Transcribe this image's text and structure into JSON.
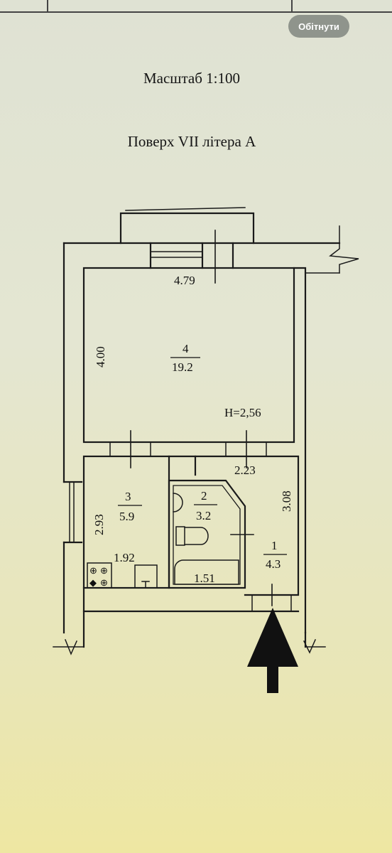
{
  "actions": {
    "crop_label": "Обітнути"
  },
  "document": {
    "scale": "Масштаб 1:100",
    "floor": "Поверх VII літера А"
  },
  "plan": {
    "ceiling_height": "H=2,56",
    "rooms": [
      {
        "number": "4",
        "area": "19.2"
      },
      {
        "number": "3",
        "area": "5.9"
      },
      {
        "number": "2",
        "area": "3.2"
      },
      {
        "number": "1",
        "area": "4.3"
      }
    ],
    "dimensions": {
      "room4_width": "4.79",
      "room4_length": "4.00",
      "corridor_width": "2.23",
      "corridor_length": "3.08",
      "kitchen_length": "2.93",
      "kitchen_width": "1.92",
      "bath_width": "1.51"
    }
  }
}
